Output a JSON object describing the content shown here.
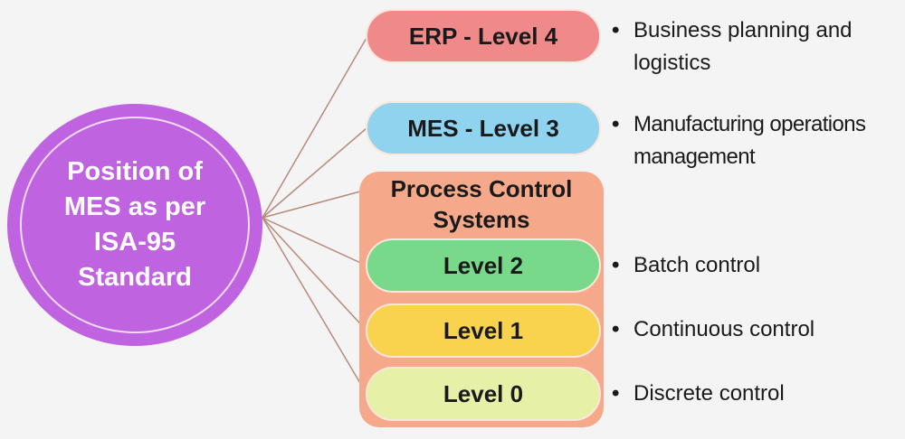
{
  "hub": {
    "label": "Position of MES as per ISA-95 Standard"
  },
  "levels": {
    "erp": {
      "label": "ERP - Level 4",
      "description": "Business planning and logistics"
    },
    "mes": {
      "label": "MES - Level 3",
      "description": "Manufacturing operations management"
    },
    "process_control": {
      "title": "Process Control Systems"
    },
    "level2": {
      "label": "Level 2",
      "description": "Batch control"
    },
    "level1": {
      "label": "Level 1",
      "description": "Continuous control"
    },
    "level0": {
      "label": "Level 0",
      "description": "Discrete control"
    }
  },
  "bullet": "•",
  "colors": {
    "hub": "#c063e0",
    "erp": "#f08a8a",
    "mes": "#8fd3ef",
    "process_control": "#f5a98a",
    "level2": "#78d98b",
    "level1": "#fad34e",
    "level0": "#e6f0a6",
    "connector": "#b88a7c"
  }
}
